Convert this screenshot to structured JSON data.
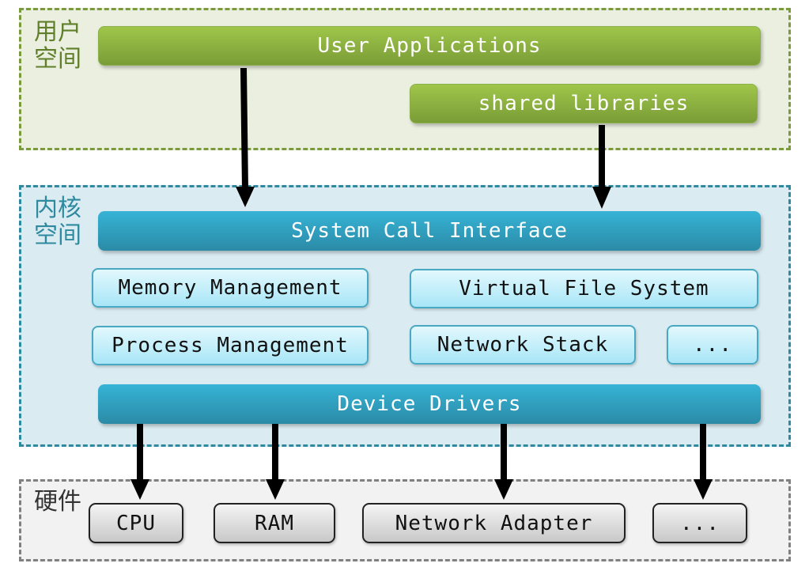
{
  "regions": {
    "user_space": {
      "label": "用户\n空间",
      "color": "#7a9a3c"
    },
    "kernel_space": {
      "label": "内核\n空间",
      "color": "#2f8aa0"
    },
    "hardware": {
      "label": "硬件",
      "color": "#808080"
    }
  },
  "user_space": {
    "user_applications": "User Applications",
    "shared_libraries": "shared libraries"
  },
  "kernel_space": {
    "system_call_interface": "System Call Interface",
    "memory_management": "Memory Management",
    "virtual_file_system": "Virtual File System",
    "process_management": "Process Management",
    "network_stack": "Network Stack",
    "more": "...",
    "device_drivers": "Device Drivers"
  },
  "hardware": {
    "cpu": "CPU",
    "ram": "RAM",
    "network_adapter": "Network Adapter",
    "more": "..."
  },
  "arrows": [
    {
      "from": "User Applications",
      "to": "System Call Interface"
    },
    {
      "from": "shared libraries",
      "to": "System Call Interface"
    },
    {
      "from": "Device Drivers",
      "to": "CPU"
    },
    {
      "from": "Device Drivers",
      "to": "RAM"
    },
    {
      "from": "Device Drivers",
      "to": "Network Adapter"
    },
    {
      "from": "Device Drivers",
      "to": "..."
    }
  ]
}
